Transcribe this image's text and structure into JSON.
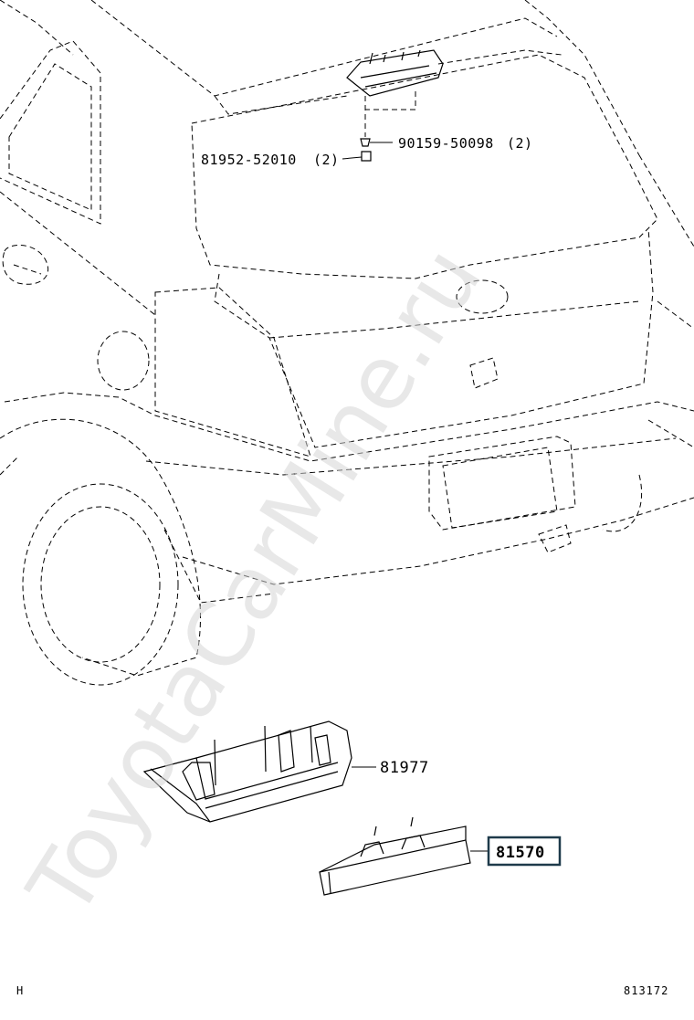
{
  "watermark": "ToyotaCarMine.ru",
  "parts": [
    {
      "number": "90159-50098",
      "qty": "(2)"
    },
    {
      "number": "81952-52010",
      "qty": "(2)"
    },
    {
      "number": "81977",
      "qty": ""
    },
    {
      "number": "81570",
      "qty": "",
      "highlighted": true
    }
  ],
  "footer": {
    "left_code": "H",
    "diagram_id": "813172"
  },
  "colors": {
    "highlight_border": "#1e3a4a",
    "line": "#000000"
  }
}
